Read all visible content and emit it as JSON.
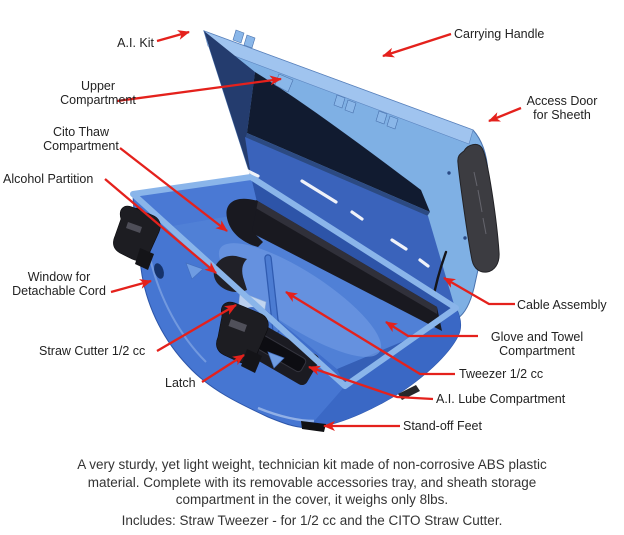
{
  "diagram": {
    "title": "A.I. Kit labeled diagram",
    "labels": {
      "ai_kit": "A.I. Kit",
      "carrying_handle": "Carrying Handle",
      "upper_compartment": "Upper Compartment",
      "access_door": "Access Door for Sheeth",
      "cito_thaw": "Cito Thaw Compartment",
      "alcohol_partition": "Alcohol Partition",
      "window_cord": "Window for Detachable Cord",
      "cable_assembly": "Cable Assembly",
      "glove_towel": "Glove and Towel Compartment",
      "straw_cutter": "Straw Cutter 1/2 cc",
      "tweezer": "Tweezer 1/2 cc",
      "latch": "Latch",
      "ai_lube": "A.I. Lube Compartment",
      "standoff_feet": "Stand-off Feet"
    },
    "colors": {
      "arrow_red": "#e4211c",
      "lid_light_blue": "#7fb0e4",
      "box_blue": "#4676d2",
      "dark_navy": "#111b30",
      "black_parts": "#1d1d22",
      "label_text": "#222222"
    }
  },
  "description": {
    "paragraph": "A very sturdy, yet light weight, technician kit made of non-corrosive ABS plastic material. Complete with its removable accessories tray, and sheath storage compartment in the cover, it weighs only 8lbs.",
    "includes": "Includes: Straw Tweezer - for 1/2 cc and the CITO Straw Cutter."
  }
}
